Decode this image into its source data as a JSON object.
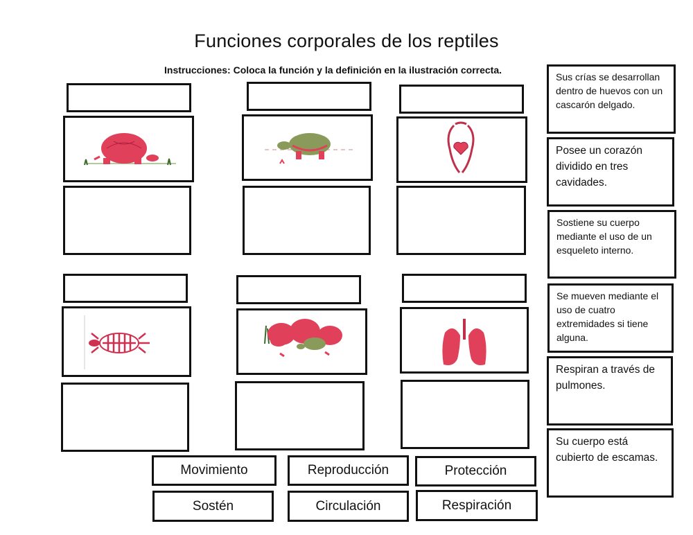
{
  "title": "Funciones corporales de los reptiles",
  "instructions": "Instrucciones: Coloca la función y la definición en la ilustración correcta.",
  "definitions": [
    "Sus crías se desarrollan dentro de huevos con un cascarón delgado.",
    "Posee un corazón dividido en tres cavidades.",
    "Sostiene su cuerpo mediante el uso de un esqueleto interno.",
    "Se mueven mediante el uso de cuatro extremidades si tiene alguna.",
    "Respiran a través de pulmones.",
    "Su cuerpo está cubierto de escamas."
  ],
  "words": [
    "Movimiento",
    "Reproducción",
    "Protección",
    "Sostén",
    "Circulación",
    "Respiración"
  ],
  "illustrations": [
    "red-turtle-icon",
    "walking-turtle-icon",
    "heart-icon",
    "turtle-skeleton-icon",
    "turtle-eggs-icon",
    "lungs-icon"
  ],
  "colors": {
    "illustration_red": "#e0405a",
    "shell_green": "#8a9a5b",
    "border": "#111111"
  }
}
